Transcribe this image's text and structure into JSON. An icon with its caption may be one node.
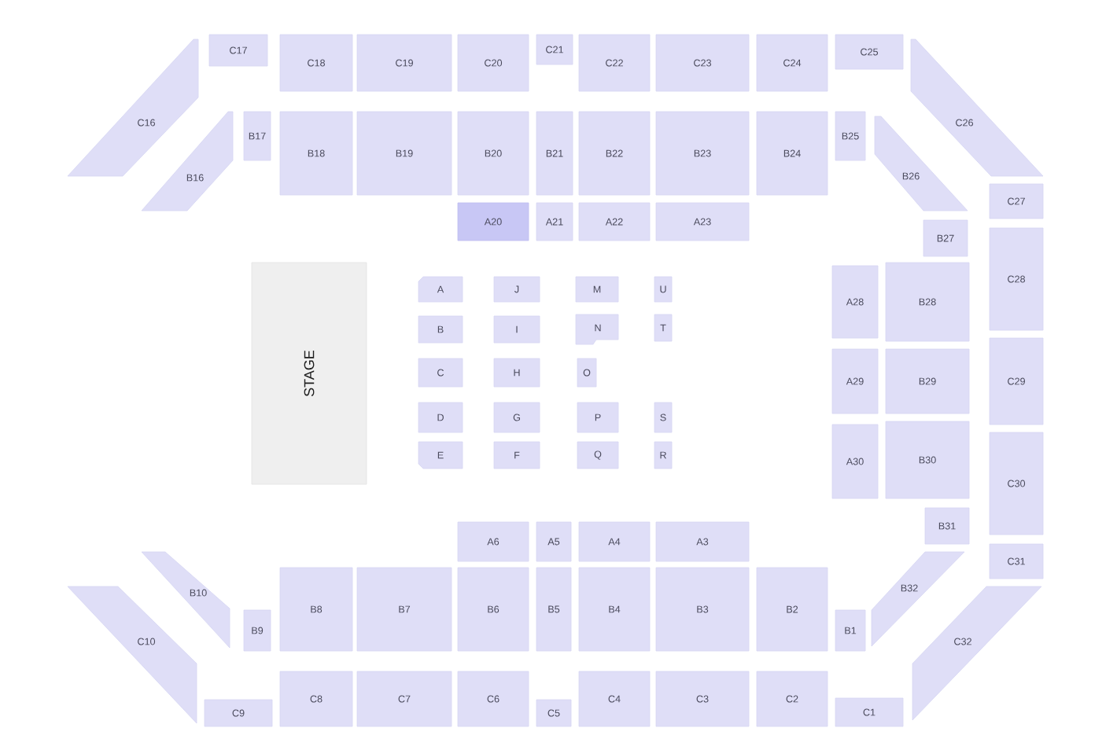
{
  "diagram": {
    "nodes": [
      {
        "text": [
          "C16"
        ]
      },
      {
        "text": [
          "C17"
        ]
      },
      {
        "text": [
          "C18"
        ]
      },
      {
        "text": [
          "C19"
        ]
      },
      {
        "text": [
          "C20"
        ]
      },
      {
        "text": [
          "C21"
        ]
      },
      {
        "text": [
          "C22"
        ]
      },
      {
        "text": [
          "C23"
        ]
      },
      {
        "text": [
          "C24"
        ]
      },
      {
        "text": [
          "C25"
        ]
      },
      {
        "text": [
          "C26"
        ]
      },
      {
        "text": [
          "B16"
        ]
      },
      {
        "text": [
          "B17"
        ]
      },
      {
        "text": [
          "B18"
        ]
      },
      {
        "text": [
          "B19"
        ]
      },
      {
        "text": [
          "B20"
        ]
      },
      {
        "text": [
          "B21"
        ]
      },
      {
        "text": [
          "B22"
        ]
      },
      {
        "text": [
          "B23"
        ]
      },
      {
        "text": [
          "B24"
        ]
      },
      {
        "text": [
          "B25"
        ]
      },
      {
        "text": [
          "B26"
        ]
      },
      {
        "text": [
          "A20"
        ]
      },
      {
        "text": [
          "A21"
        ]
      },
      {
        "text": [
          "A22"
        ]
      },
      {
        "text": [
          "A23"
        ]
      },
      {
        "text": [
          "C27"
        ]
      },
      {
        "text": [
          "B27"
        ]
      },
      {
        "text": [
          "C28"
        ]
      },
      {
        "text": [
          "STAGE"
        ]
      },
      {
        "text": [
          "A"
        ]
      },
      {
        "text": [
          "J"
        ]
      },
      {
        "text": [
          "M"
        ]
      },
      {
        "text": [
          "U"
        ]
      },
      {
        "text": [
          "A28"
        ]
      },
      {
        "text": [
          "B28"
        ]
      },
      {
        "text": [
          "B"
        ]
      },
      {
        "text": [
          "I"
        ]
      },
      {
        "text": [
          "N"
        ]
      },
      {
        "text": [
          "T"
        ]
      },
      {
        "text": [
          "C"
        ]
      },
      {
        "text": [
          "H"
        ]
      },
      {
        "text": [
          "O"
        ]
      },
      {
        "text": [
          "A29"
        ]
      },
      {
        "text": [
          "B29"
        ]
      },
      {
        "text": [
          "C29"
        ]
      },
      {
        "text": [
          "D"
        ]
      },
      {
        "text": [
          "G"
        ]
      },
      {
        "text": [
          "P"
        ]
      },
      {
        "text": [
          "S"
        ]
      },
      {
        "text": [
          "E"
        ]
      },
      {
        "text": [
          "F"
        ]
      },
      {
        "text": [
          "Q"
        ]
      },
      {
        "text": [
          "R"
        ]
      },
      {
        "text": [
          "A30"
        ]
      },
      {
        "text": [
          "B30"
        ]
      },
      {
        "text": [
          "C30"
        ]
      },
      {
        "text": [
          "B31"
        ]
      },
      {
        "text": [
          "A6"
        ]
      },
      {
        "text": [
          "A5"
        ]
      },
      {
        "text": [
          "A4"
        ]
      },
      {
        "text": [
          "A3"
        ]
      },
      {
        "text": [
          "C31"
        ]
      },
      {
        "text": [
          "C10"
        ]
      },
      {
        "text": [
          "B10"
        ]
      },
      {
        "text": [
          "B9"
        ]
      },
      {
        "text": [
          "B8"
        ]
      },
      {
        "text": [
          "B7"
        ]
      },
      {
        "text": [
          "B6"
        ]
      },
      {
        "text": [
          "B5"
        ]
      },
      {
        "text": [
          "B4"
        ]
      },
      {
        "text": [
          "B3"
        ]
      },
      {
        "text": [
          "B2"
        ]
      },
      {
        "text": [
          "B1"
        ]
      },
      {
        "text": [
          "B32"
        ]
      },
      {
        "text": [
          "C32"
        ]
      },
      {
        "text": [
          "C9"
        ]
      },
      {
        "text": [
          "C8"
        ]
      },
      {
        "text": [
          "C7"
        ]
      },
      {
        "text": [
          "C6"
        ]
      },
      {
        "text": [
          "C5"
        ]
      },
      {
        "text": [
          "C4"
        ]
      },
      {
        "text": [
          "C3"
        ]
      },
      {
        "text": [
          "C2"
        ]
      },
      {
        "text": [
          "C1"
        ]
      }
    ]
  }
}
